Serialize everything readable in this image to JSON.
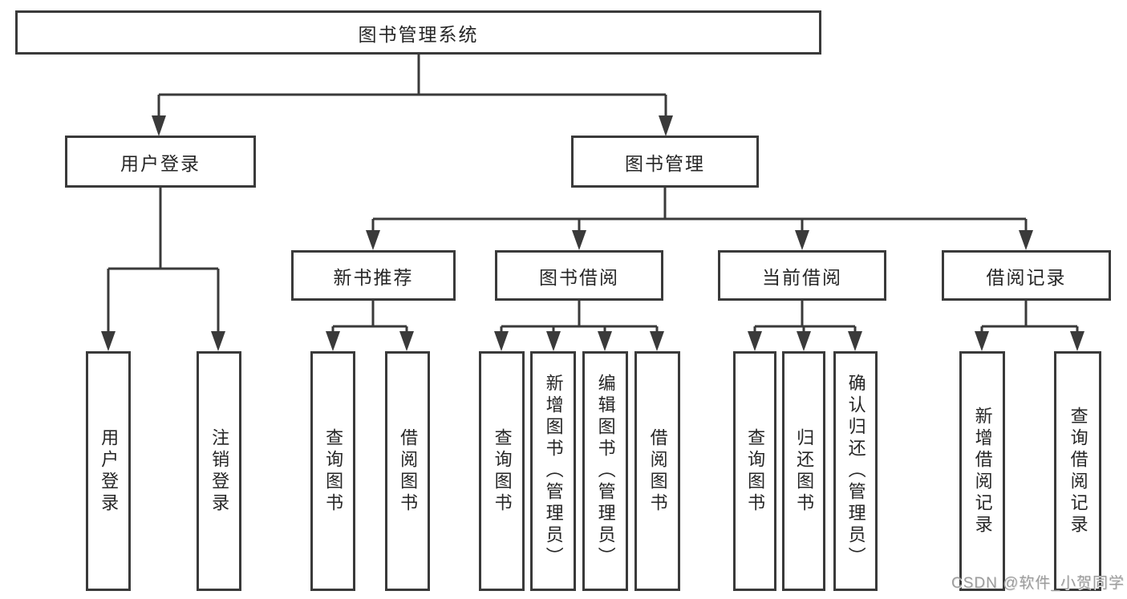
{
  "diagram": {
    "root": "图书管理系统",
    "branches": {
      "user_login": "用户登录",
      "book_mgmt": "图书管理"
    },
    "modules": {
      "new_books": "新书推荐",
      "book_borrow": "图书借阅",
      "current_borrow": "当前借阅",
      "borrow_records": "借阅记录"
    },
    "leaves": {
      "user_login": [
        "用户登录",
        "注销登录"
      ],
      "new_books": [
        "查询图书",
        "借阅图书"
      ],
      "book_borrow": [
        "查询图书",
        "新增图书（管理员）",
        "编辑图书（管理员）",
        "借阅图书"
      ],
      "current_borrow": [
        "查询图书",
        "归还图书",
        "确认归还（管理员）"
      ],
      "borrow_records": [
        "新增借阅记录",
        "查询借阅记录"
      ]
    }
  },
  "watermark": "CSDN @软件_小贺同学",
  "colors": {
    "line": "#3a3a3a",
    "text": "#262626",
    "watermark": "#9c9c9c",
    "background": "#ffffff"
  }
}
